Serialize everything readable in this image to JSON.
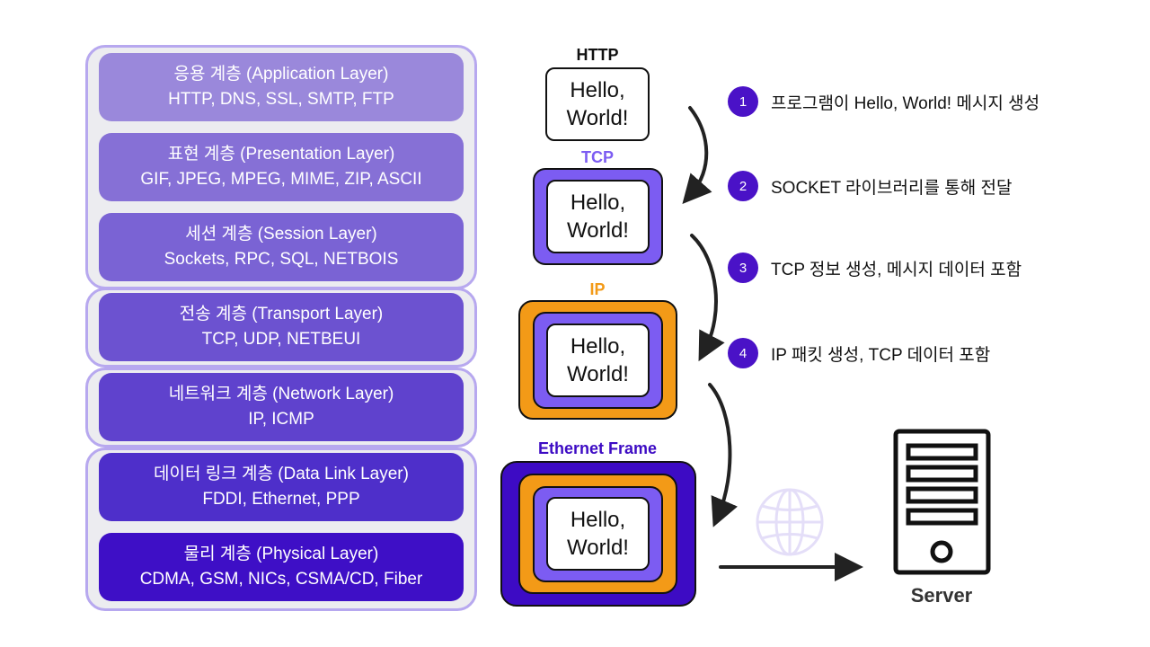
{
  "layers": [
    {
      "name": "응용 계층 (Application Layer)",
      "protocols": "HTTP, DNS, SSL, SMTP, FTP",
      "color": "#9a88db"
    },
    {
      "name": "표현 계층 (Presentation Layer)",
      "protocols": "GIF, JPEG, MPEG, MIME, ZIP, ASCII",
      "color": "#8670d6"
    },
    {
      "name": "세션 계층 (Session Layer)",
      "protocols": "Sockets, RPC, SQL, NETBOIS",
      "color": "#7a63d4"
    },
    {
      "name": "전송 계층 (Transport Layer)",
      "protocols": "TCP, UDP, NETBEUI",
      "color": "#6c52d0"
    },
    {
      "name": "네트워크 계층 (Network Layer)",
      "protocols": "IP, ICMP",
      "color": "#5f42cd"
    },
    {
      "name": "데이터 링크 계층 (Data Link Layer)",
      "protocols": "FDDI, Ethernet, PPP",
      "color": "#4e2fca"
    },
    {
      "name": "물리 계층 (Physical Layer)",
      "protocols": "CDMA, GSM, NICs, CSMA/CD, Fiber",
      "color": "#3e0fc6"
    }
  ],
  "packets": {
    "http_label": "HTTP",
    "tcp_label": "TCP",
    "ip_label": "IP",
    "ethernet_label": "Ethernet Frame",
    "message_line1": "Hello,",
    "message_line2": "World!"
  },
  "steps": [
    {
      "num": "1",
      "text": "프로그램이 Hello, World! 메시지 생성"
    },
    {
      "num": "2",
      "text": "SOCKET 라이브러리를 통해 전달"
    },
    {
      "num": "3",
      "text": "TCP 정보 생성, 메시지 데이터 포함"
    },
    {
      "num": "4",
      "text": "IP 패킷 생성, TCP 데이터 포함"
    }
  ],
  "server_label": "Server",
  "colors": {
    "tcp_purple": "#7c5cf2",
    "ip_orange": "#f39a17",
    "ethernet_indigo": "#3d0bc4",
    "group_border": "#b7a8ef",
    "globe": "#e4def8"
  },
  "icons": [
    "globe-icon",
    "server-icon",
    "arrow-icon"
  ]
}
